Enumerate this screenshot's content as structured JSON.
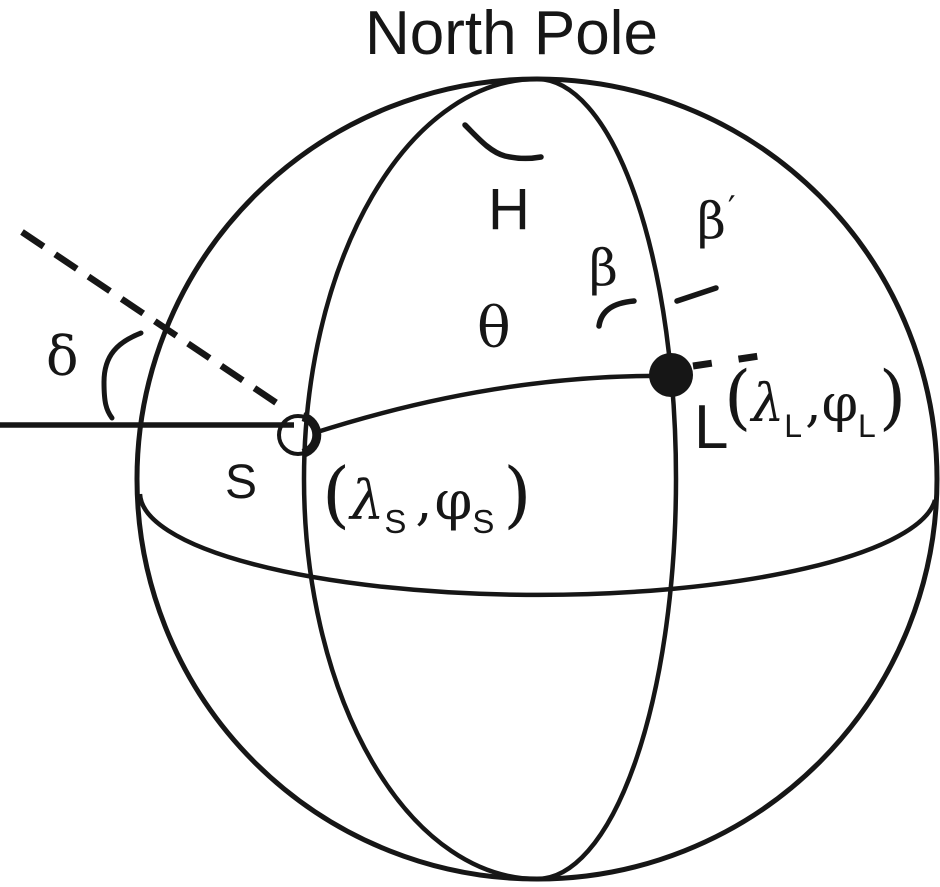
{
  "figure": {
    "title": "North Pole",
    "colors": {
      "ink": "#161616",
      "background": "#ffffff"
    },
    "angles": {
      "hour_angle": "H",
      "great_circle_arc": "θ",
      "bearing": "β",
      "bearing_prime_base": "β",
      "bearing_prime_mark": "′",
      "declination": "δ"
    },
    "points": {
      "s_label": "S",
      "l_label": "L",
      "s_coords": {
        "open": "(",
        "lambda": "λ",
        "sub1": "S",
        "comma": ",",
        "phi": "φ",
        "sub2": "S",
        "close": ")"
      },
      "l_coords": {
        "open": "(",
        "lambda": "λ",
        "sub1": "L",
        "comma": ",",
        "phi": "φ",
        "sub2": "L",
        "close": ")"
      }
    }
  }
}
